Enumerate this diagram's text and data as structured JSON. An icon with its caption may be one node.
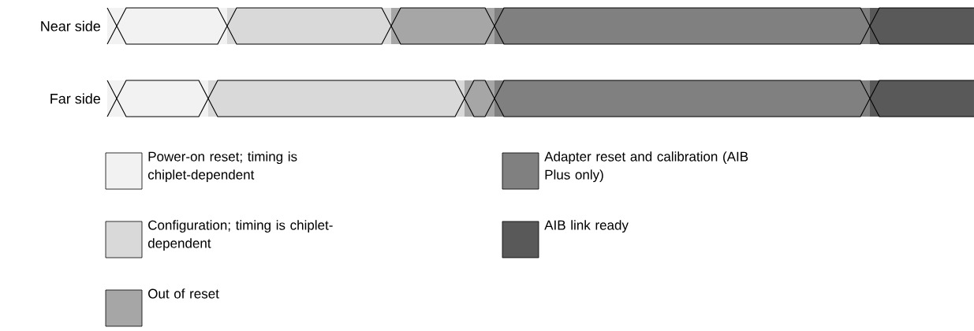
{
  "diagram": {
    "labels": [
      "Near side",
      "Far side"
    ],
    "legend": [
      {
        "text": "Power-on reset; timing is chiplet-dependent",
        "color": "#f2f2f2"
      },
      {
        "text": "Adapter reset and calibration (AIB Plus only)",
        "color": "#808080"
      },
      {
        "text": "Configuration; timing is chiplet-dependent",
        "color": "#d9d9d9"
      },
      {
        "text": "AIB link ready",
        "color": "#595959"
      },
      {
        "text": "Out of reset",
        "color": "#a6a6a6"
      }
    ]
  }
}
